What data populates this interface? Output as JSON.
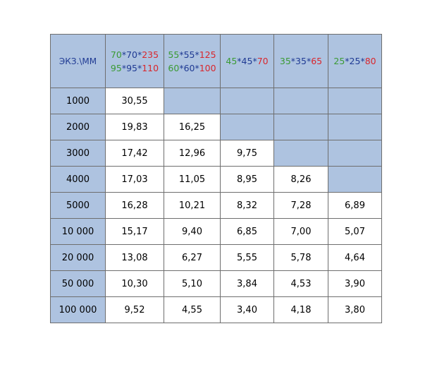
{
  "table": {
    "corner_label": "ЭКЗ.\\ММ",
    "colors": {
      "green": "#3a9a33",
      "blue": "#1f3a93",
      "red": "#d9262c",
      "header_bg": "#aec3e0"
    },
    "columns": [
      [
        [
          {
            "t": "70",
            "c": "green"
          },
          {
            "t": "*",
            "c": "blue"
          },
          {
            "t": "70",
            "c": "blue"
          },
          {
            "t": "*",
            "c": "blue"
          },
          {
            "t": "235",
            "c": "red"
          }
        ],
        [
          {
            "t": "95",
            "c": "green"
          },
          {
            "t": "*",
            "c": "blue"
          },
          {
            "t": "95",
            "c": "blue"
          },
          {
            "t": "*",
            "c": "blue"
          },
          {
            "t": "110",
            "c": "red"
          }
        ]
      ],
      [
        [
          {
            "t": "55",
            "c": "green"
          },
          {
            "t": "*",
            "c": "blue"
          },
          {
            "t": "55",
            "c": "blue"
          },
          {
            "t": "*",
            "c": "blue"
          },
          {
            "t": "125",
            "c": "red"
          }
        ],
        [
          {
            "t": "60",
            "c": "green"
          },
          {
            "t": "*",
            "c": "blue"
          },
          {
            "t": "60",
            "c": "blue"
          },
          {
            "t": "*",
            "c": "blue"
          },
          {
            "t": "100",
            "c": "red"
          }
        ]
      ],
      [
        [
          {
            "t": "45",
            "c": "green"
          },
          {
            "t": "*",
            "c": "blue"
          },
          {
            "t": "45",
            "c": "blue"
          },
          {
            "t": "*",
            "c": "blue"
          },
          {
            "t": "70",
            "c": "red"
          }
        ]
      ],
      [
        [
          {
            "t": "35",
            "c": "green"
          },
          {
            "t": "*",
            "c": "blue"
          },
          {
            "t": "35",
            "c": "blue"
          },
          {
            "t": "*",
            "c": "blue"
          },
          {
            "t": "65",
            "c": "red"
          }
        ]
      ],
      [
        [
          {
            "t": "25",
            "c": "green"
          },
          {
            "t": "*",
            "c": "blue"
          },
          {
            "t": "25",
            "c": "blue"
          },
          {
            "t": "*",
            "c": "blue"
          },
          {
            "t": "80",
            "c": "red"
          }
        ]
      ]
    ],
    "rows": [
      {
        "qty": "1000",
        "values": [
          "30,55",
          null,
          null,
          null,
          null
        ]
      },
      {
        "qty": "2000",
        "values": [
          "19,83",
          "16,25",
          null,
          null,
          null
        ]
      },
      {
        "qty": "3000",
        "values": [
          "17,42",
          "12,96",
          "9,75",
          null,
          null
        ]
      },
      {
        "qty": "4000",
        "values": [
          "17,03",
          "11,05",
          "8,95",
          "8,26",
          null
        ]
      },
      {
        "qty": "5000",
        "values": [
          "16,28",
          "10,21",
          "8,32",
          "7,28",
          "6,89"
        ]
      },
      {
        "qty": "10 000",
        "values": [
          "15,17",
          "9,40",
          "6,85",
          "7,00",
          "5,07"
        ]
      },
      {
        "qty": "20 000",
        "values": [
          "13,08",
          "6,27",
          "5,55",
          "5,78",
          "4,64"
        ]
      },
      {
        "qty": "50 000",
        "values": [
          "10,30",
          "5,10",
          "3,84",
          "4,53",
          "3,90"
        ]
      },
      {
        "qty": "100 000",
        "values": [
          "9,52",
          "4,55",
          "3,40",
          "4,18",
          "3,80"
        ]
      }
    ]
  }
}
